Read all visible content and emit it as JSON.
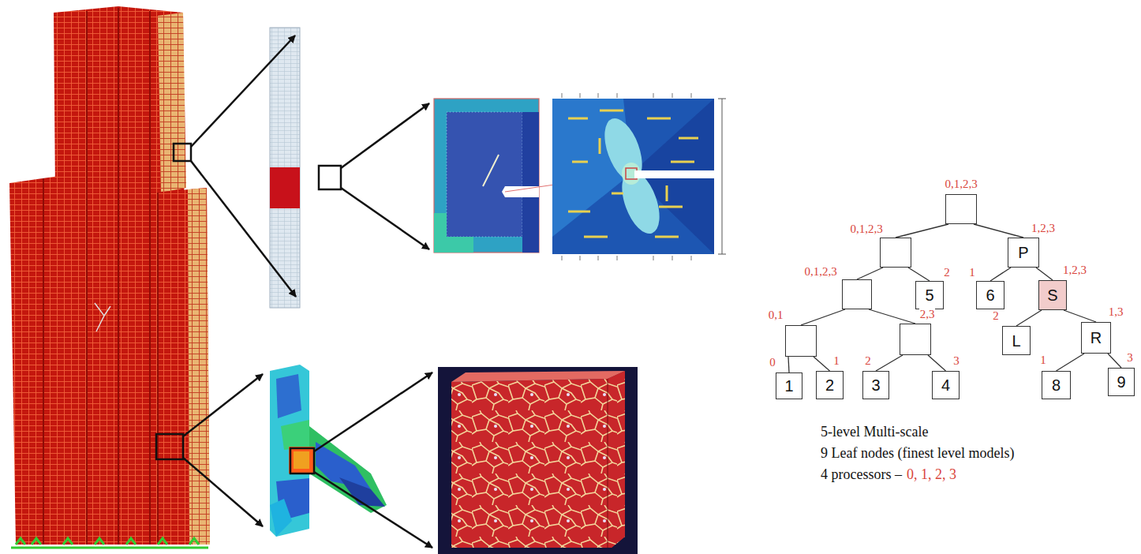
{
  "diagram": {
    "nodes": [
      {
        "text": [
          "0,1,2,3"
        ]
      },
      {
        "text": [
          "0,1,2,3"
        ]
      },
      {
        "text": [
          "1,2,3",
          "P"
        ]
      },
      {
        "text": [
          "0,1,2,3"
        ]
      },
      {
        "text": [
          "2",
          "5"
        ]
      },
      {
        "text": [
          "1",
          "6"
        ]
      },
      {
        "text": [
          "1,2,3",
          "S"
        ]
      },
      {
        "text": [
          "0,1"
        ]
      },
      {
        "text": [
          "2,3"
        ]
      },
      {
        "text": [
          "2",
          "L"
        ]
      },
      {
        "text": [
          "1,3",
          "R"
        ]
      },
      {
        "text": [
          "0",
          "1"
        ]
      },
      {
        "text": [
          "1",
          "2"
        ]
      },
      {
        "text": [
          "2",
          "3"
        ]
      },
      {
        "text": [
          "3",
          "4"
        ]
      },
      {
        "text": [
          "1",
          "8"
        ]
      },
      {
        "text": [
          "3",
          "9"
        ]
      }
    ],
    "edges": [
      {
        "from": 0,
        "to": 1,
        "arrow": "none"
      },
      {
        "from": 0,
        "to": 2,
        "arrow": "none"
      },
      {
        "from": 1,
        "to": 3,
        "arrow": "none"
      },
      {
        "from": 1,
        "to": 4,
        "arrow": "none"
      },
      {
        "from": 2,
        "to": 5,
        "arrow": "none"
      },
      {
        "from": 2,
        "to": 6,
        "arrow": "none"
      },
      {
        "from": 3,
        "to": 7,
        "arrow": "none"
      },
      {
        "from": 3,
        "to": 8,
        "arrow": "none"
      },
      {
        "from": 6,
        "to": 9,
        "arrow": "none"
      },
      {
        "from": 6,
        "to": 10,
        "arrow": "none"
      },
      {
        "from": 7,
        "to": 11,
        "arrow": "none"
      },
      {
        "from": 7,
        "to": 12,
        "arrow": "none"
      },
      {
        "from": 8,
        "to": 13,
        "arrow": "none"
      },
      {
        "from": 8,
        "to": 14,
        "arrow": "none"
      },
      {
        "from": 10,
        "to": 15,
        "arrow": "none"
      },
      {
        "from": 10,
        "to": 16,
        "arrow": "none"
      }
    ],
    "labels": [
      "5-level Multi-scale",
      "9 Leaf nodes (finest level models)",
      "4 processors –",
      "0, 1, 2, 3"
    ]
  }
}
